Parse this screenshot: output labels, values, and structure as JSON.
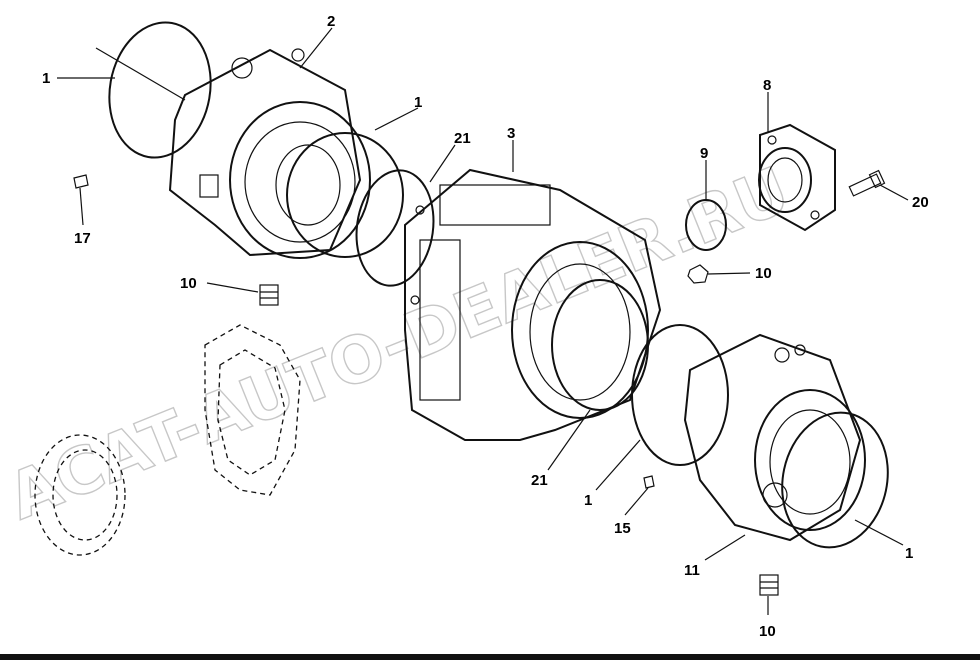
{
  "diagram": {
    "callouts": [
      "1",
      "2",
      "1",
      "21",
      "3",
      "8",
      "9",
      "20",
      "17",
      "10",
      "10",
      "21",
      "1",
      "15",
      "11",
      "1",
      "10"
    ]
  },
  "watermark": {
    "text": "ACAT-AUTO-DEALER.RU"
  }
}
